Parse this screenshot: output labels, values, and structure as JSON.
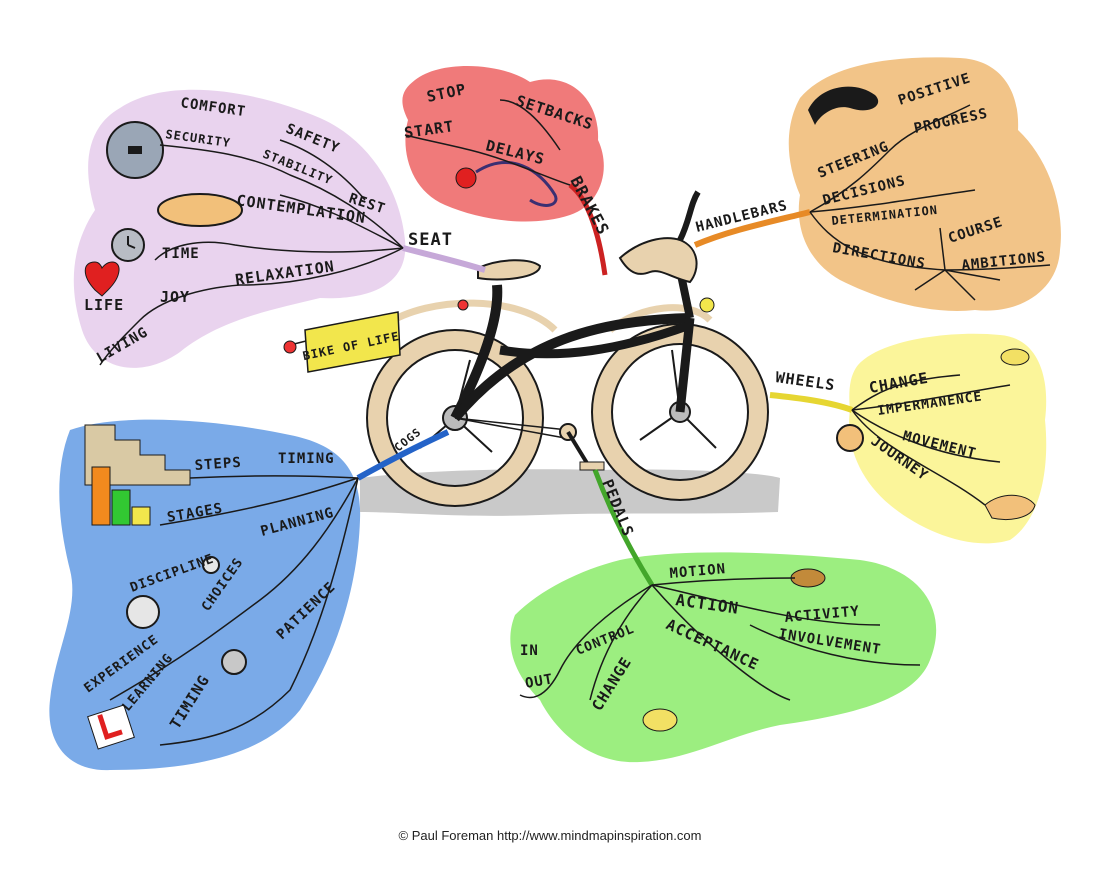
{
  "colors": {
    "seat_blob": "#e9d3ee",
    "brakes_blob": "#f07a7a",
    "handlebars_blob": "#f2c488",
    "wheels_blob": "#fbf59a",
    "pedals_blob": "#9cee80",
    "cogs_blob": "#7aaae8",
    "ink": "#1a1a1a",
    "wheel_rim": "#e8d2ae",
    "ground": "#c9c9c9"
  },
  "center": {
    "label": "BIKE OF LIFE"
  },
  "branches": {
    "seat": {
      "label": "SEAT",
      "items": [
        "COMFORT",
        "SAFETY",
        "SECURITY",
        "STABILITY",
        "REST",
        "CONTEMPLATION",
        "TIME",
        "RELAXATION",
        "LIFE",
        "JOY",
        "LIVING"
      ]
    },
    "brakes": {
      "label": "BRAKES",
      "items": [
        "STOP",
        "START",
        "SETBACKS",
        "DELAYS"
      ]
    },
    "handlebars": {
      "label": "HANDLEBARS",
      "items": [
        "STEERING",
        "POSITIVE",
        "PROGRESS",
        "DECISIONS",
        "DETERMINATION",
        "DIRECTIONS",
        "COURSE",
        "AMBITIONS"
      ]
    },
    "wheels": {
      "label": "WHEELS",
      "items": [
        "CHANGE",
        "IMPERMANENCE",
        "MOVEMENT",
        "JOURNEY"
      ]
    },
    "pedals": {
      "label": "PEDALS",
      "items": [
        "MOTION",
        "ACTION",
        "ACTIVITY",
        "CONTROL",
        "IN",
        "OUT",
        "ACCEPTANCE",
        "INVOLVEMENT",
        "CHANGE"
      ]
    },
    "cogs": {
      "label": "COGS",
      "items": [
        "STEPS",
        "TIMING",
        "STAGES",
        "PLANNING",
        "DISCIPLINE",
        "EXPERIENCE",
        "CHOICES",
        "PATIENCE",
        "LEARNING",
        "TIMING"
      ]
    }
  },
  "footer": "© Paul Foreman http://www.mindmapinspiration.com"
}
